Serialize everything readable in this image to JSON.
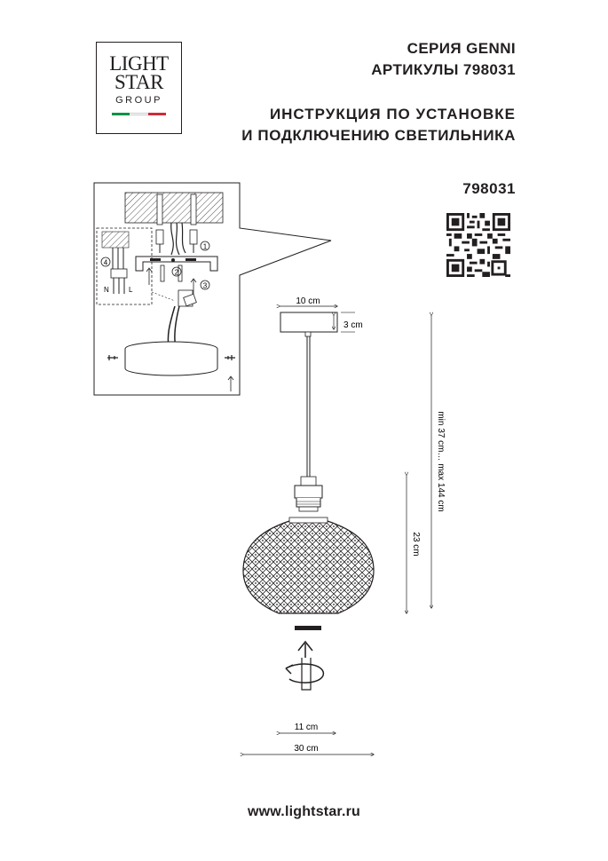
{
  "header": {
    "series": "СЕРИЯ GENNI",
    "articles": "АРТИКУЛЫ 798031",
    "title_line1": "ИНСТРУКЦИЯ ПО УСТАНОВКЕ",
    "title_line2": "И ПОДКЛЮЧЕНИЮ СВЕТИЛЬНИКА"
  },
  "logo": {
    "line1": "LIGHT",
    "line2": "STAR",
    "line3": "GROUP",
    "flag_colors": [
      "#009246",
      "#ffffff",
      "#ce2b37"
    ]
  },
  "article_number": "798031",
  "dimensions": {
    "canopy_width": "10 cm",
    "canopy_height": "3 cm",
    "total_height": "min 37 cm… max 144 cm",
    "shade_height": "23 cm",
    "bottom_width": "11 cm",
    "shade_width": "30 cm"
  },
  "install_steps": [
    "1",
    "2",
    "3",
    "4"
  ],
  "wiring_labels": [
    "N",
    "L"
  ],
  "footer": {
    "website": "www.lightstar.ru"
  }
}
